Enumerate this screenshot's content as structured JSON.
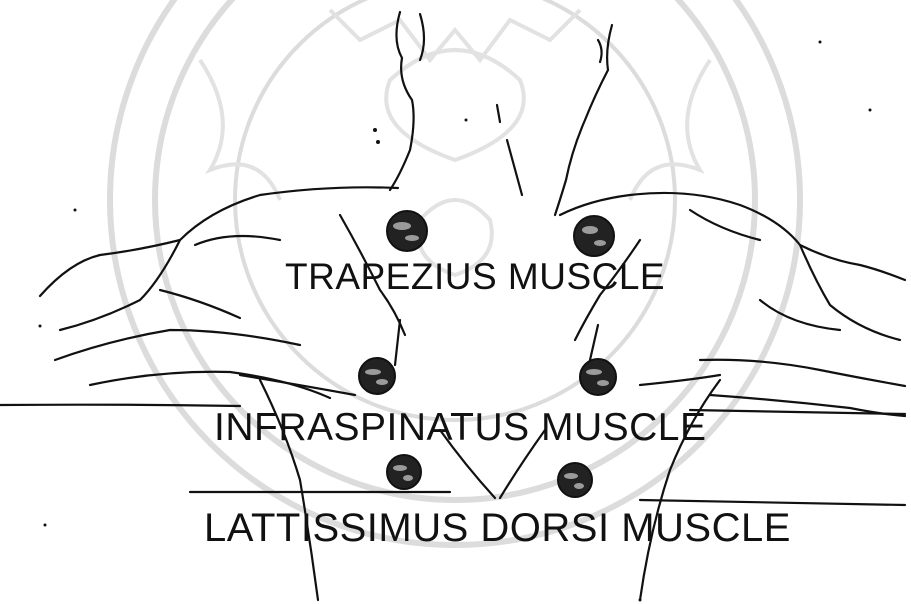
{
  "labels": {
    "trapezius": "TRAPEZIUS MUSCLE",
    "infraspinatus": "INFRASPINATUS MUSCLE",
    "lattissimus": "LATTISSIMUS DORSI MUSCLE"
  },
  "watermark": {
    "description": "faint circular university seal",
    "color": "#d9d9d9"
  },
  "colors": {
    "ink": "#111111",
    "background": "#ffffff"
  }
}
